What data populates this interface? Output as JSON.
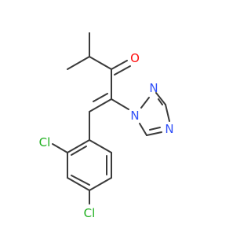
{
  "molecule": {
    "atoms": {
      "o": "O",
      "n1": "N",
      "n2": "N",
      "n4": "N",
      "cl1": "Cl",
      "cl2": "Cl"
    },
    "colors": {
      "bond": "#3a3a3a",
      "oxygen": "#ff0d0d",
      "nitrogen": "#3050f8",
      "chlorine": "#1fb01f"
    }
  }
}
